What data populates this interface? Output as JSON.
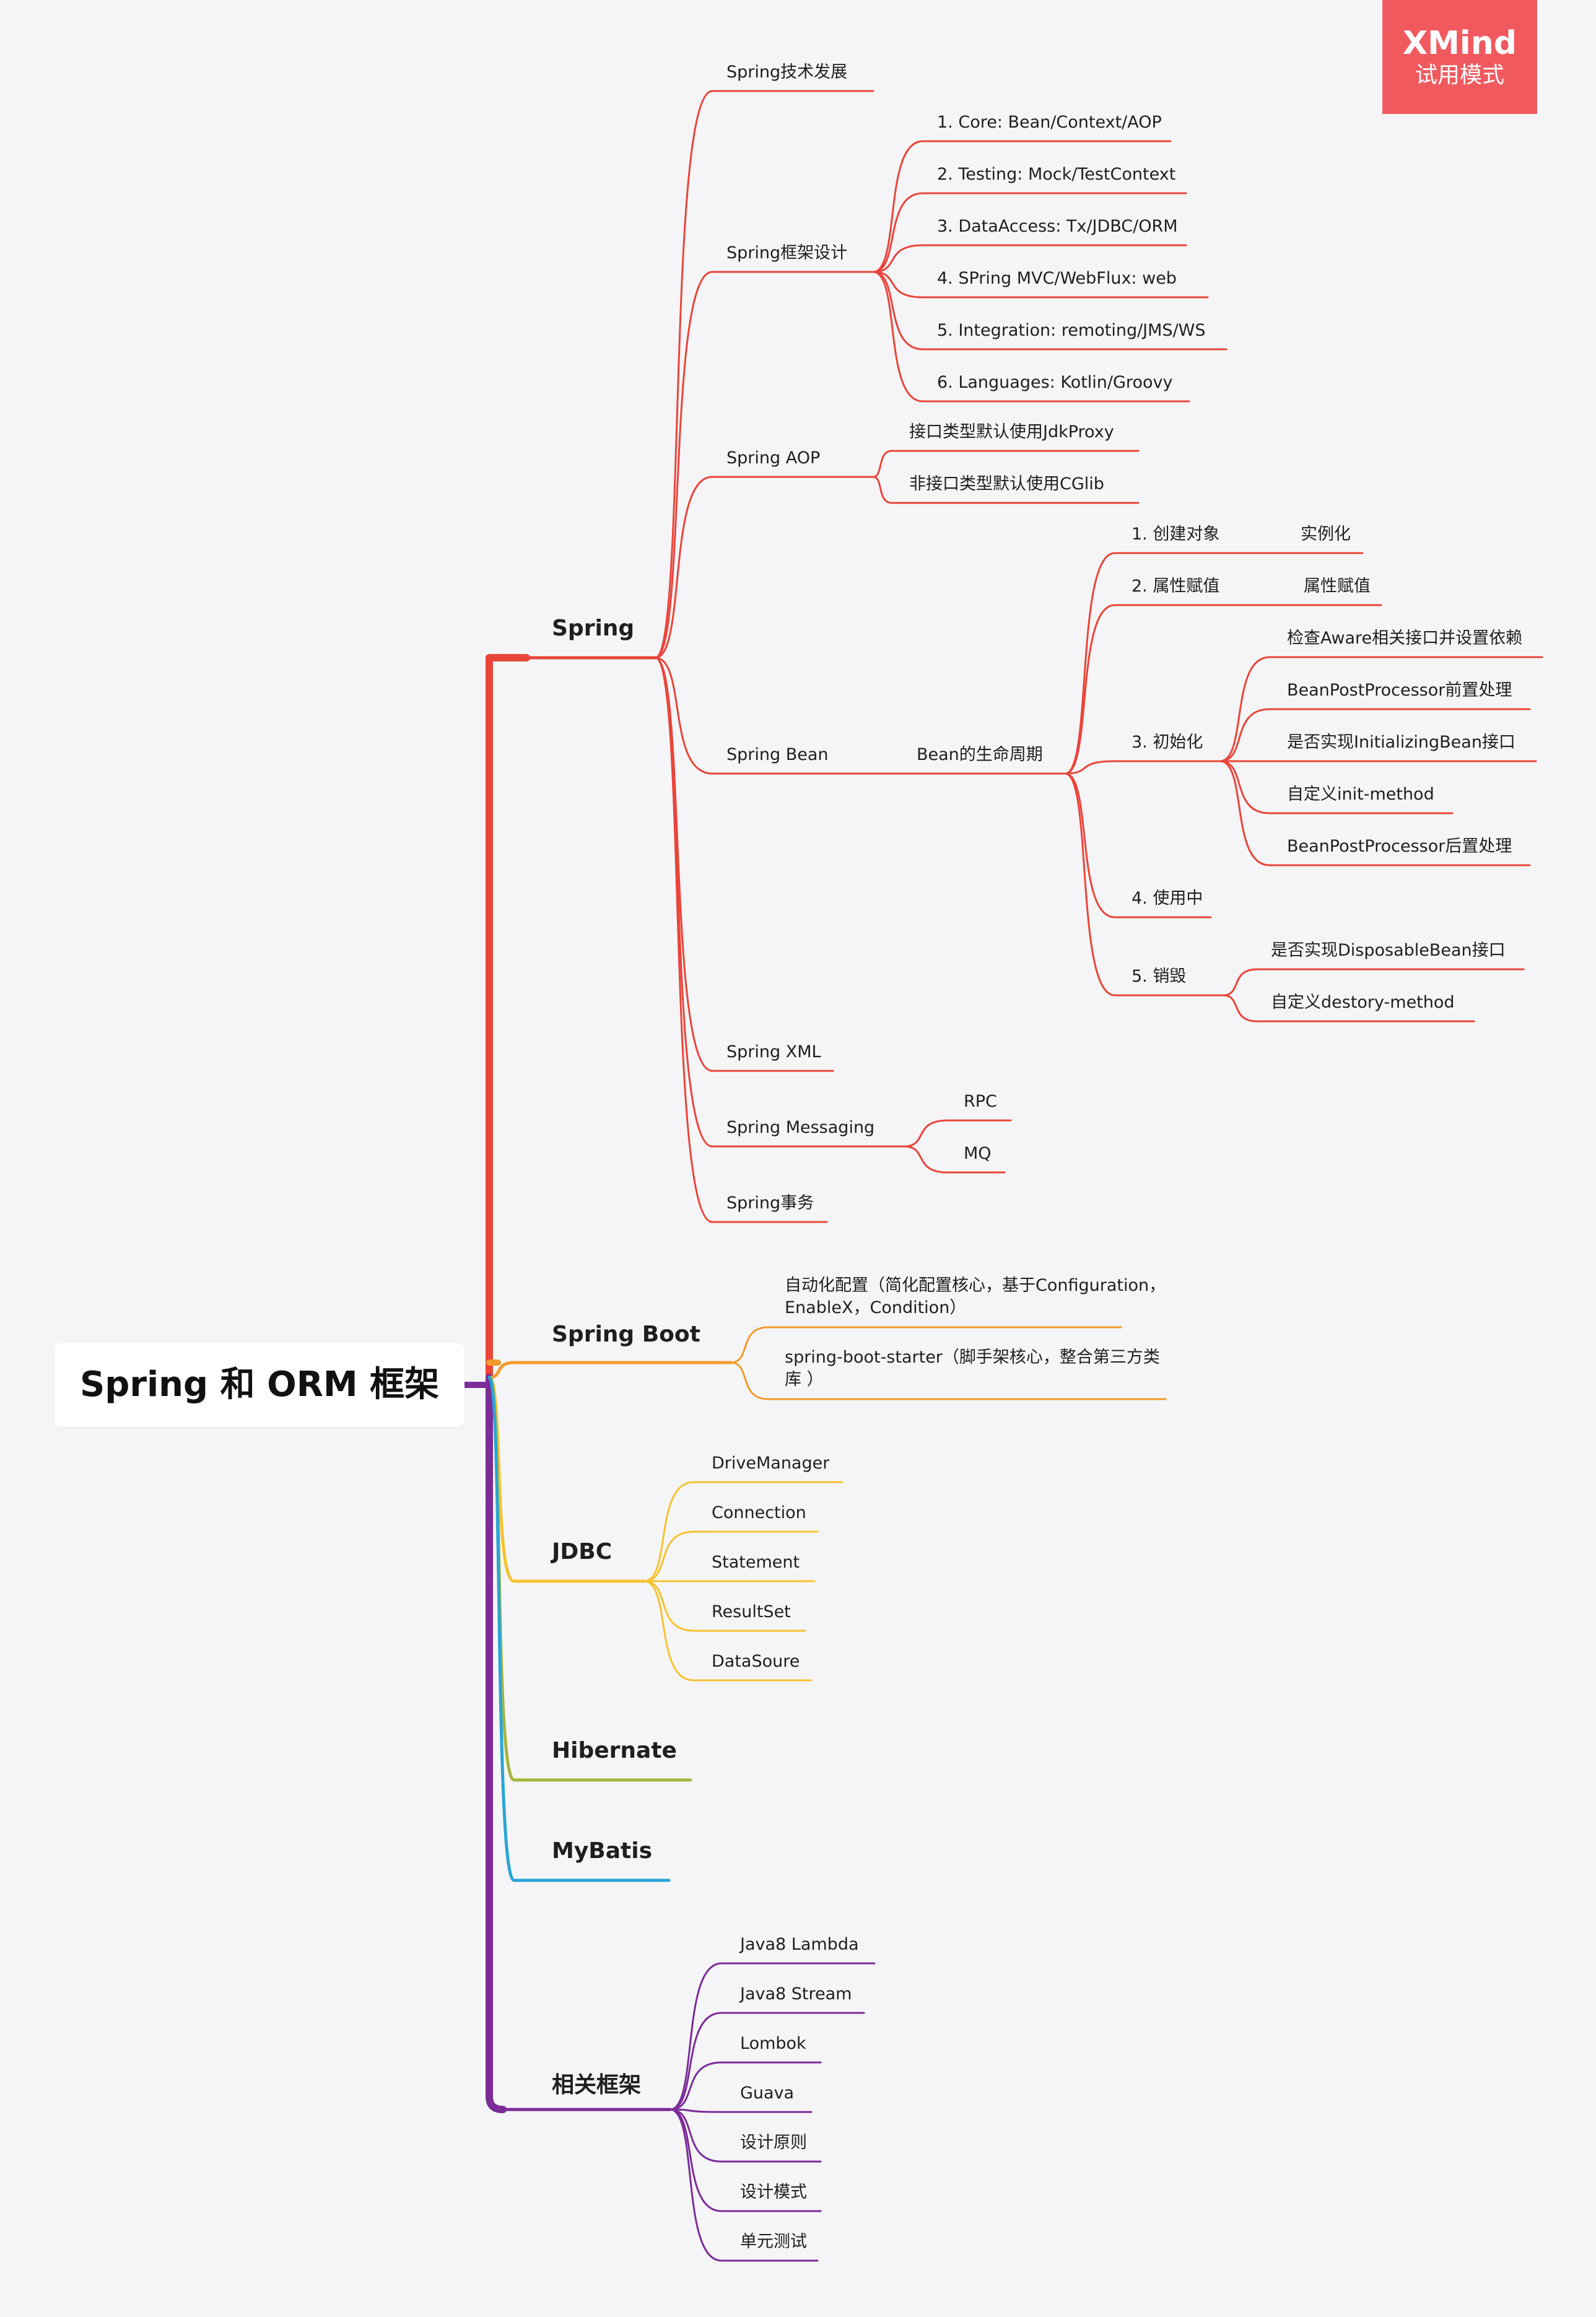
{
  "root": {
    "title": "Spring 和 ORM 框架"
  },
  "badge": {
    "title": "XMind",
    "subtitle": "试用模式"
  },
  "colors": {
    "spring": "#e9453a",
    "spring_boot": "#f39a2c",
    "jdbc": "#f6c22f",
    "hibernate": "#a6b63e",
    "mybatis": "#29a5d6",
    "related": "#7b2c97",
    "trunk_purple": "#7b2c97"
  },
  "sections": {
    "spring": {
      "label": "Spring",
      "items": {
        "dev": "Spring技术发展",
        "design": {
          "label": "Spring框架设计",
          "children": [
            "1. Core: Bean/Context/AOP",
            "2. Testing: Mock/TestContext",
            "3. DataAccess: Tx/JDBC/ORM",
            "4.  SPring MVC/WebFlux: web",
            "5. Integration: remoting/JMS/WS",
            "6. Languages: Kotlin/Groovy"
          ]
        },
        "aop": {
          "label": "Spring AOP",
          "children": [
            "接口类型默认使用JdkProxy",
            "非接口类型默认使用CGlib"
          ]
        },
        "bean": {
          "label": "Spring Bean",
          "lifecycle": "Bean的生命周期",
          "stages": {
            "create": {
              "label": "1. 创建对象",
              "child": "实例化"
            },
            "assign": {
              "label": "2. 属性赋值",
              "child": "属性赋值"
            },
            "init": {
              "label": "3. 初始化",
              "children": [
                "检查Aware相关接口并设置依赖",
                "BeanPostProcessor前置处理",
                "是否实现InitializingBean接口",
                "自定义init-method",
                "BeanPostProcessor后置处理"
              ]
            },
            "use": {
              "label": "4. 使用中"
            },
            "destroy": {
              "label": "5. 销毁",
              "children": [
                "是否实现DisposableBean接口",
                "自定义destory-method"
              ]
            }
          }
        },
        "xml": "Spring XML",
        "messaging": {
          "label": "Spring Messaging",
          "children": [
            "RPC",
            "MQ"
          ]
        },
        "tx": "Spring事务"
      }
    },
    "spring_boot": {
      "label": "Spring Boot",
      "children": [
        "自动化配置（简化配置核心，基于Configuration，EnableX，Condition）",
        "spring-boot-starter（脚手架核心，整合第三方类库 ）"
      ]
    },
    "jdbc": {
      "label": "JDBC",
      "children": [
        "DriveManager",
        "Connection",
        "Statement",
        "ResultSet",
        "DataSoure"
      ]
    },
    "hibernate": {
      "label": "Hibernate"
    },
    "mybatis": {
      "label": "MyBatis"
    },
    "related": {
      "label": "相关框架",
      "children": [
        "Java8 Lambda",
        "Java8 Stream",
        "Lombok",
        "Guava",
        "设计原则",
        "设计模式",
        "单元测试"
      ]
    }
  }
}
